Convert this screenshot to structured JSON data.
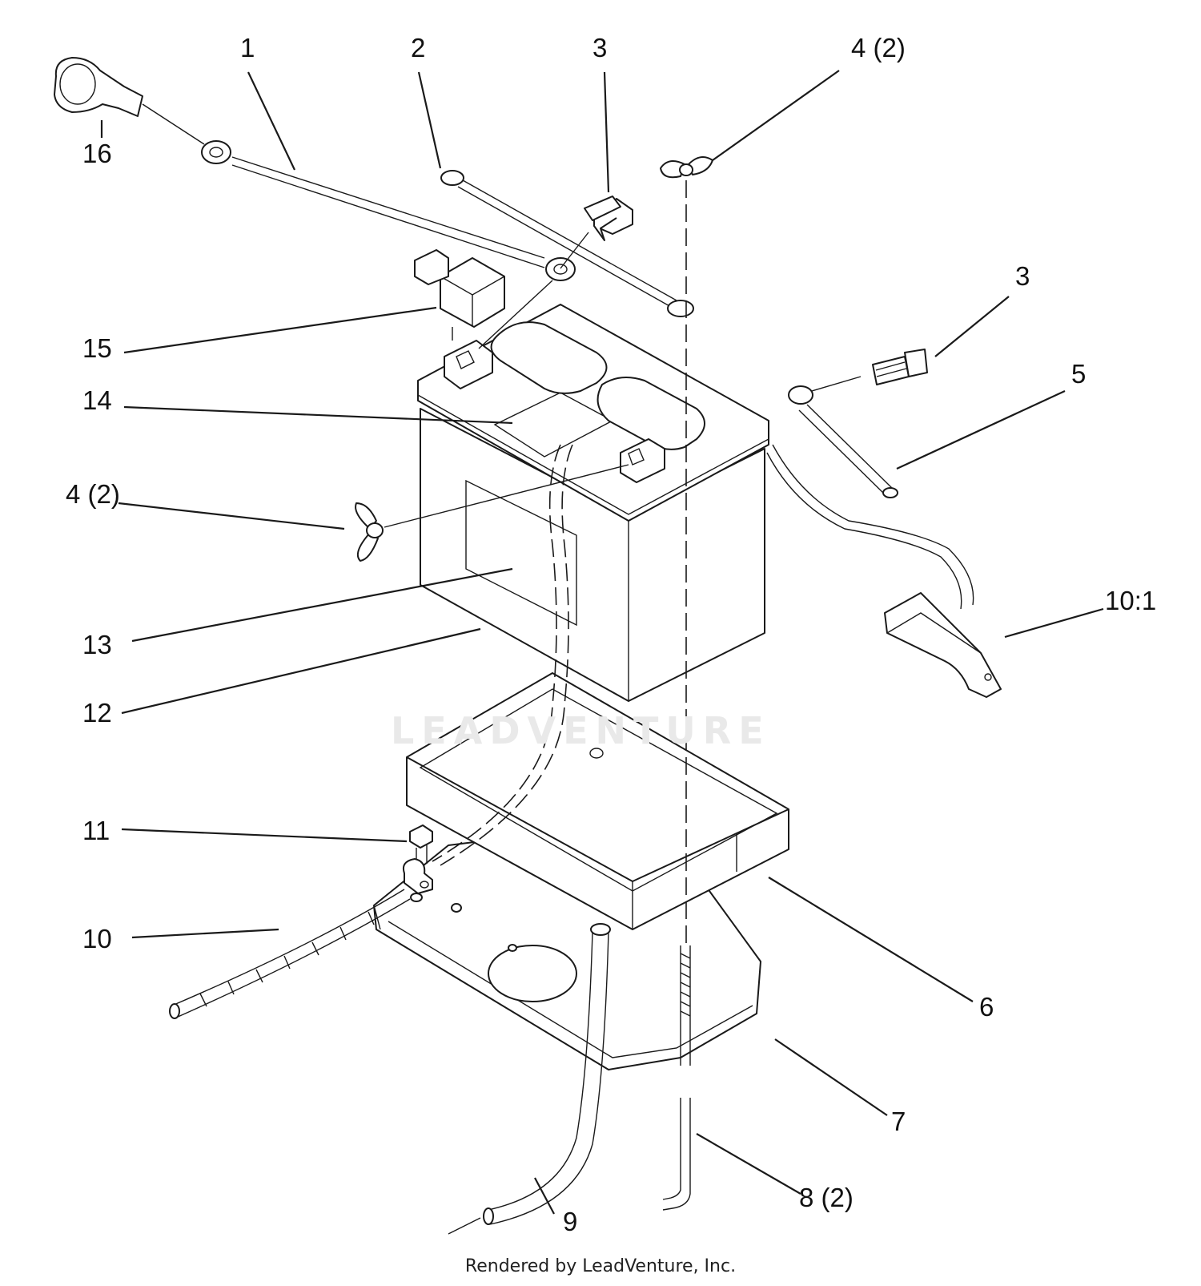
{
  "callouts": {
    "c1": "1",
    "c2": "2",
    "c3a": "3",
    "c4a": "4 (2)",
    "c16": "16",
    "c3b": "3",
    "c15": "15",
    "c5": "5",
    "c14": "14",
    "c4b": "4 (2)",
    "c10_1": "10:1",
    "c13": "13",
    "c12": "12",
    "c11": "11",
    "c10": "10",
    "c6": "6",
    "c7": "7",
    "c9": "9",
    "c8": "8 (2)"
  },
  "watermark": "LEADVENTURE",
  "footer": "Rendered by LeadVenture, Inc.",
  "parts": [
    "battery-cable-positive",
    "battery-cable-ground",
    "cap-screw",
    "wing-nut",
    "battery-cable-negative",
    "battery-tray",
    "battery-support",
    "j-bolt",
    "vent-tube",
    "wire-harness",
    "bolt",
    "battery",
    "decal",
    "terminal-cover",
    "solenoid",
    "boot",
    "harness-connector"
  ]
}
